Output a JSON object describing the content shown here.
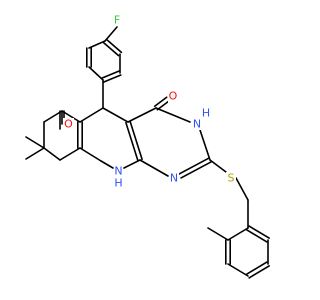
{
  "colors": {
    "background": "#ffffff",
    "bond": "#000000",
    "carbon_text": "#000000",
    "nitrogen": "#3050f8",
    "oxygen": "#ff0d0d",
    "fluorine": "#33cc33",
    "sulfur": "#b2a200"
  },
  "labels": {
    "fluorine": "F",
    "oxygen_ketone": "O",
    "oxygen_amide": "O",
    "n3": "N",
    "n3_h": "H",
    "n1": "N",
    "nh10": "N",
    "nh10_h": "H",
    "sulfur": "S"
  }
}
